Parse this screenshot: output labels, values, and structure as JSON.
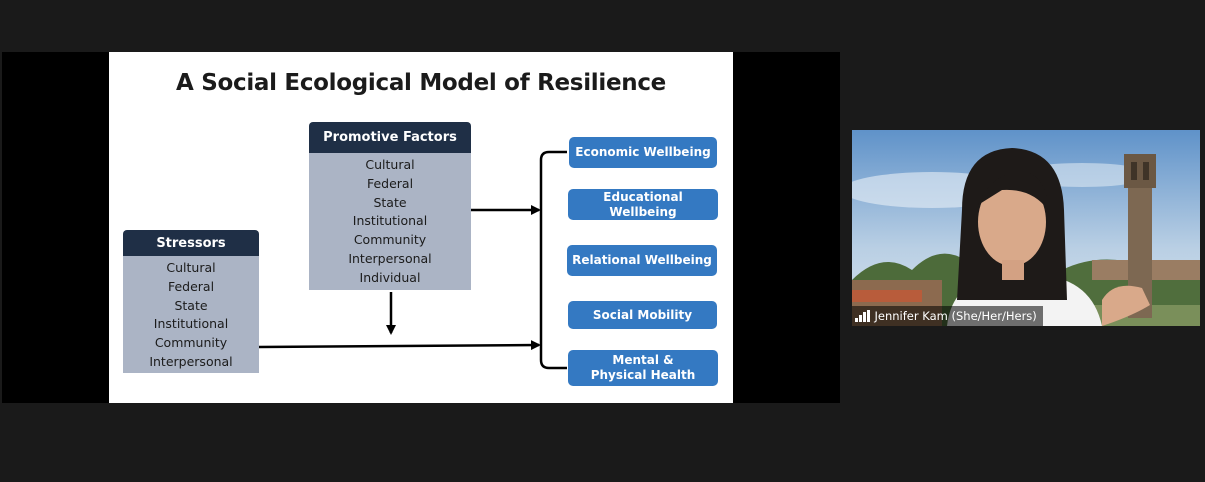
{
  "slide": {
    "title": "A Social Ecological Model of Resilience",
    "promotive": {
      "header": "Promotive Factors",
      "items": [
        "Cultural",
        "Federal",
        "State",
        "Institutional",
        "Community",
        "Interpersonal",
        "Individual"
      ]
    },
    "stressors": {
      "header": "Stressors",
      "items": [
        "Cultural",
        "Federal",
        "State",
        "Institutional",
        "Community",
        "Interpersonal"
      ]
    },
    "outcomes": [
      "Economic Wellbeing",
      "Educational Wellbeing",
      "Relational Wellbeing",
      "Social Mobility",
      "Mental & Physical Health"
    ]
  },
  "participant": {
    "name": "Jennifer Kam (She/Her/Hers)",
    "signal_icon": "signal-bars-icon"
  },
  "colors": {
    "header_navy": "#1f2f46",
    "list_gray": "#abb4c5",
    "outcome_blue": "#3479c2"
  }
}
